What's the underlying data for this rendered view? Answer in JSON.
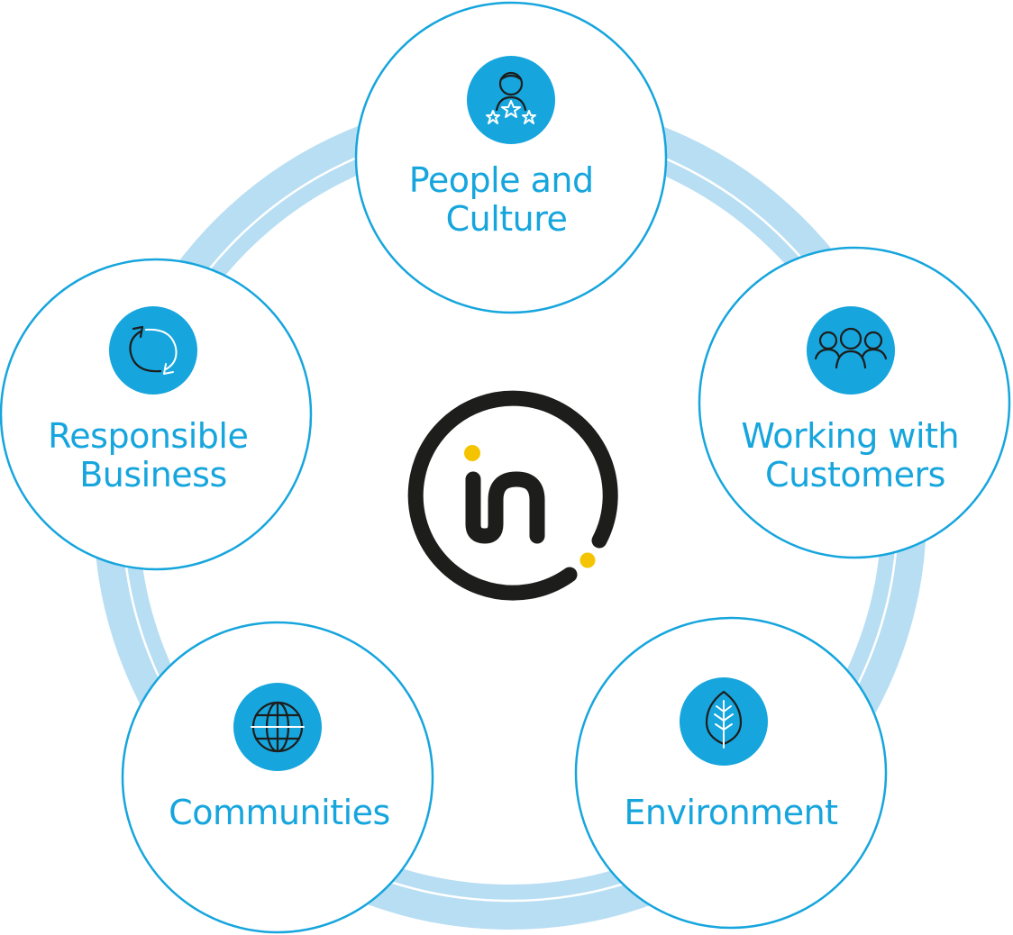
{
  "colors": {
    "accent": "#16a5dd",
    "ring": "#b8def3",
    "logo_dark": "#1d1d1b",
    "logo_dot": "#f5c400"
  },
  "logo": {
    "letters": "in"
  },
  "nodes": [
    {
      "id": "people-and-culture",
      "label_lines": [
        "People and",
        "Culture"
      ],
      "icon": "person-with-stars-icon"
    },
    {
      "id": "working-with-customers",
      "label_lines": [
        "Working with",
        "Customers"
      ],
      "icon": "group-of-people-icon"
    },
    {
      "id": "environment",
      "label_lines": [
        "Environment"
      ],
      "icon": "leaf-icon"
    },
    {
      "id": "communities",
      "label_lines": [
        "Communities"
      ],
      "icon": "globe-icon"
    },
    {
      "id": "responsible-business",
      "label_lines": [
        "Responsible",
        "Business"
      ],
      "icon": "recycle-arrows-icon"
    }
  ]
}
